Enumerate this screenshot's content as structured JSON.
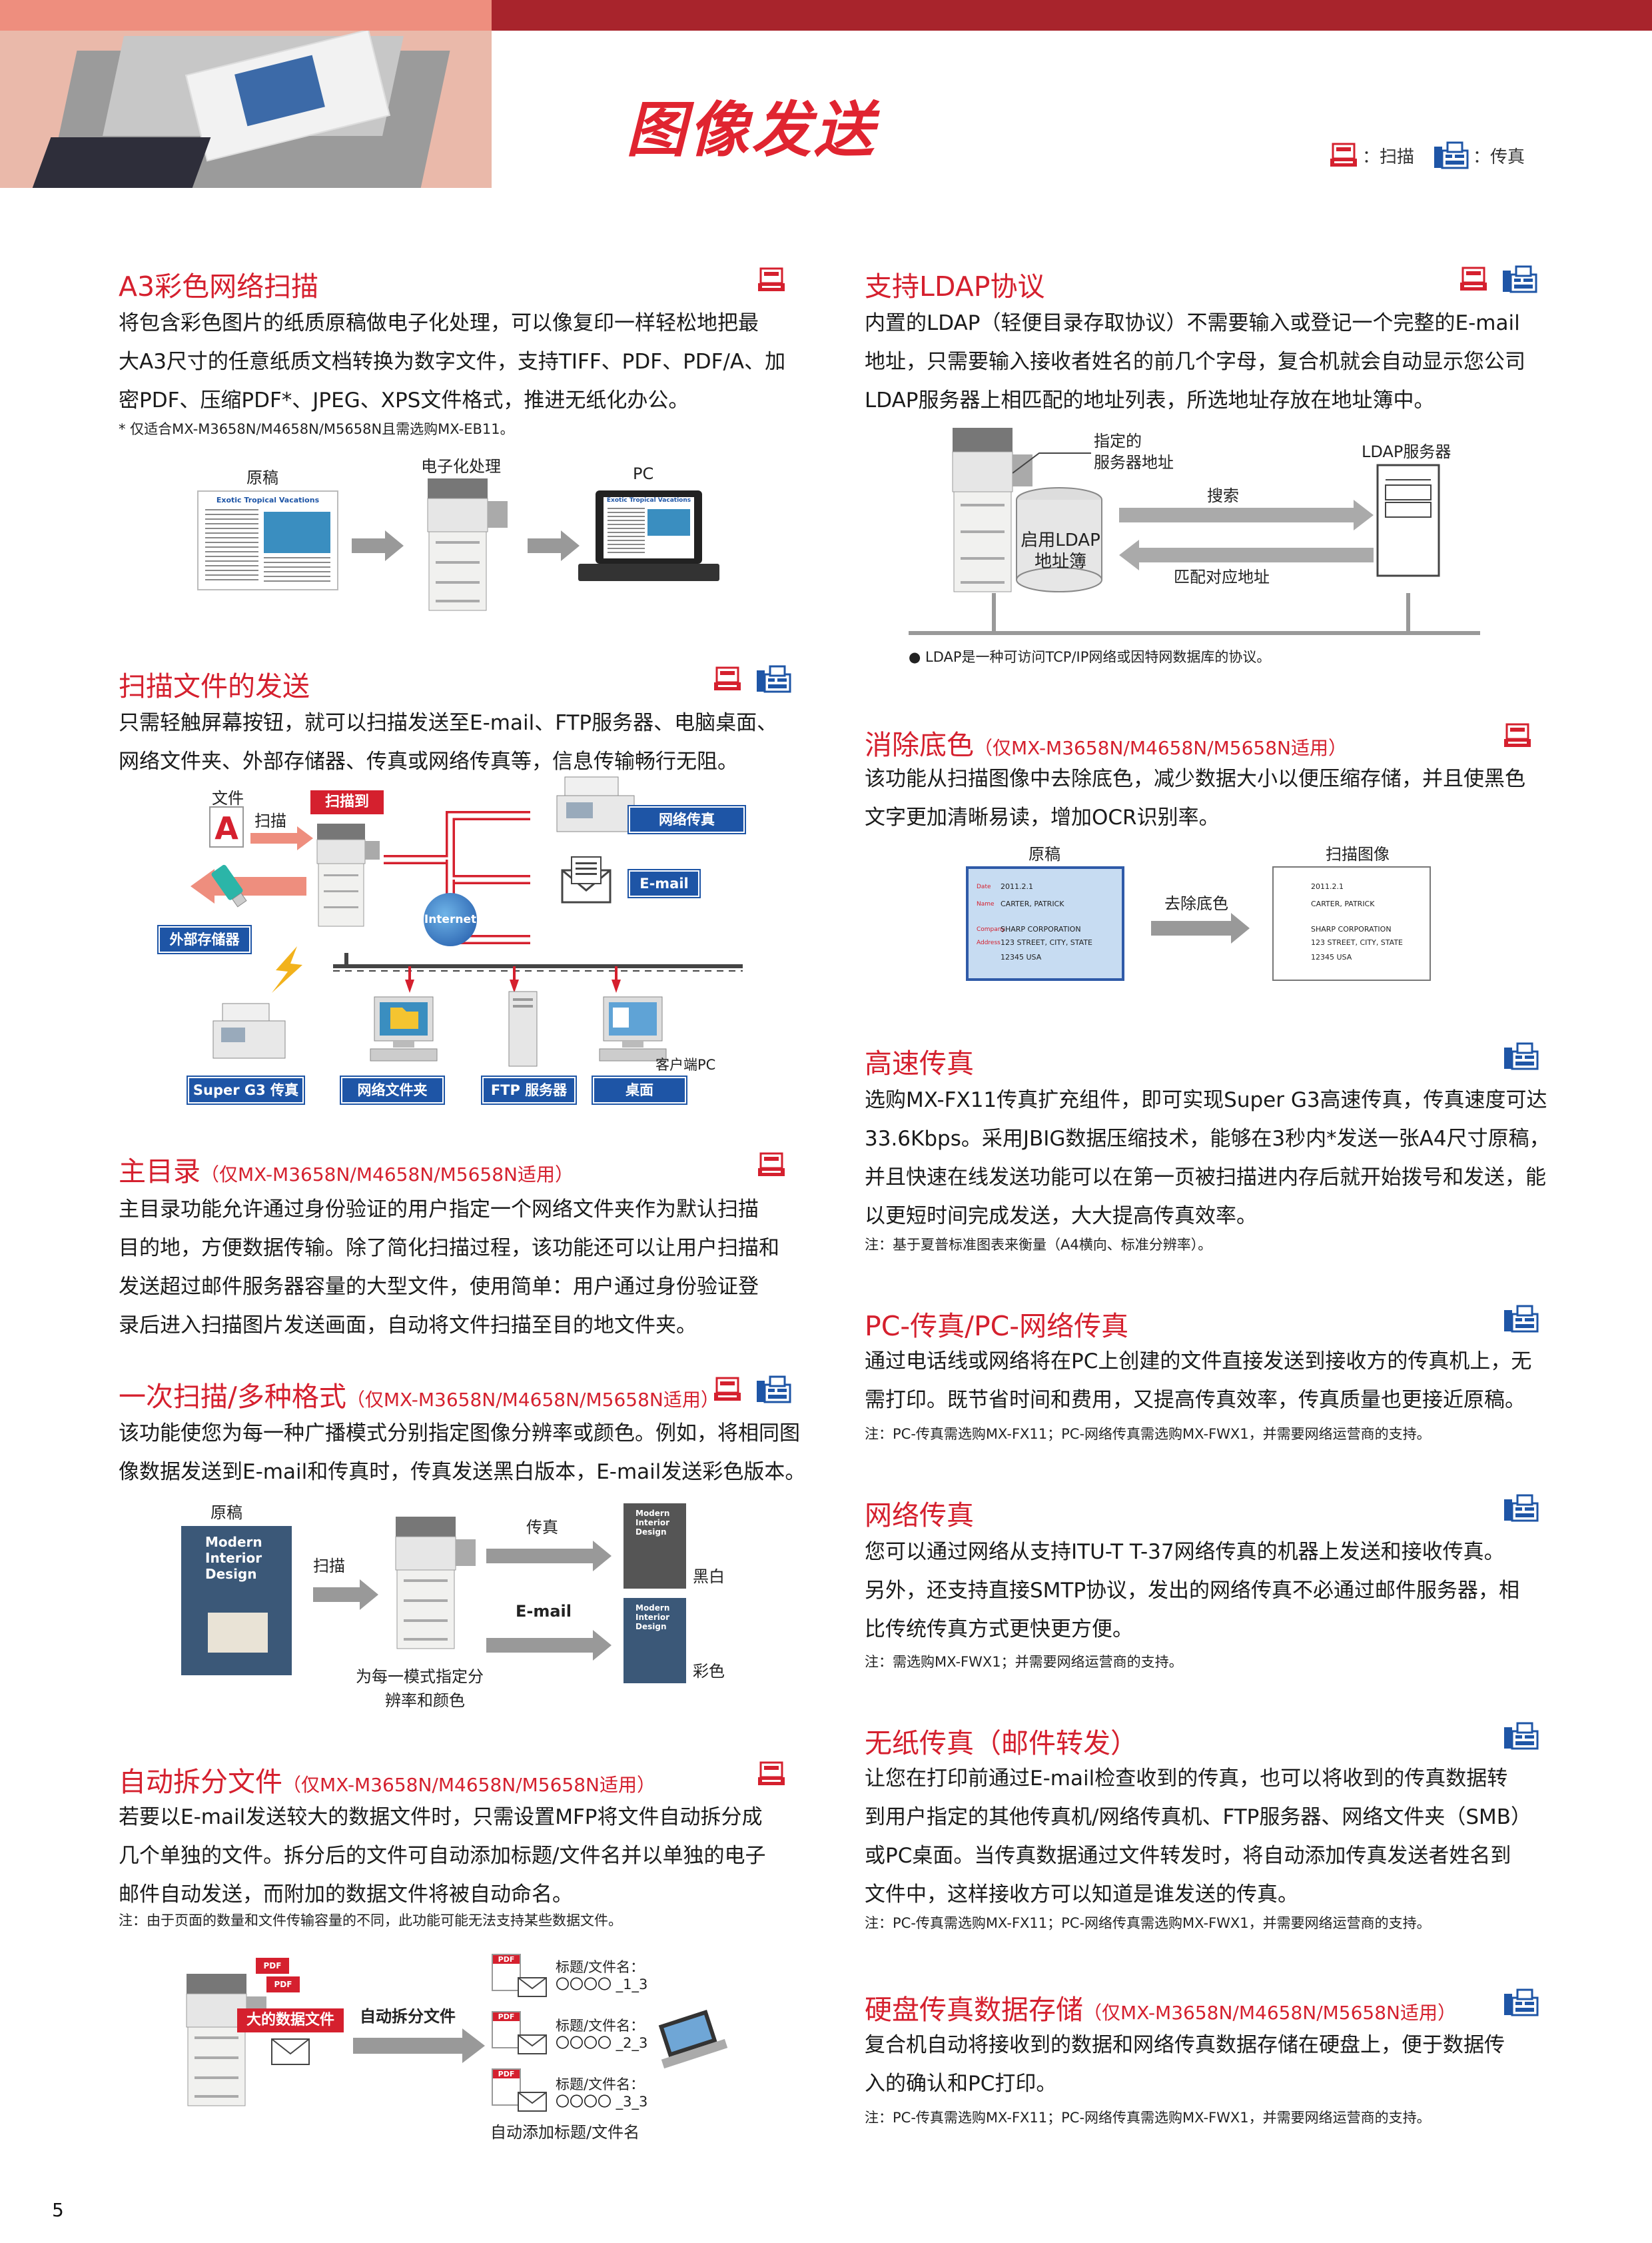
{
  "header": {
    "title": "图像发送",
    "legend_scan": "：扫描",
    "legend_fax": "：传真"
  },
  "left": {
    "a3": {
      "title": "A3彩色网络扫描",
      "lines": [
        "将包含彩色图片的纸质原稿做电子化处理，可以像复印一样轻松地把最",
        "大A3尺寸的任意纸质文档转换为数字文件，支持TIFF、PDF、PDF/A、加",
        "密PDF、压缩PDF*、JPEG、XPS文件格式，推进无纸化办公。"
      ],
      "note": "* 仅适合MX-M3658N/M4658N/M5658N且需选购MX-EB11。",
      "d_original": "原稿",
      "d_process": "电子化处理",
      "d_pc": "PC",
      "doc_heading": "Exotic Tropical Vacations",
      "pc_heading": "Exotic Tropical Vacations"
    },
    "send": {
      "title": "扫描文件的发送",
      "lines": [
        "只需轻触屏幕按钮，就可以扫描发送至E-mail、FTP服务器、电脑桌面、",
        "网络文件夹、外部存储器、传真或网络传真等，信息传输畅行无阻。"
      ],
      "d_file": "文件",
      "d_scan": "扫描",
      "d_scanto": "扫描到",
      "d_netfax": "网络传真",
      "d_email": "E-mail",
      "d_internet": "Internet",
      "d_storage": "外部存储器",
      "d_client": "客户端PC",
      "d_superg3": "Super G3 传真",
      "d_netfolder": "网络文件夹",
      "d_ftp": "FTP 服务器",
      "d_desktop": "桌面",
      "d_letter": "A"
    },
    "home": {
      "title": "主目录",
      "subtitle": "（仅MX-M3658N/M4658N/M5658N适用）",
      "lines": [
        "主目录功能允许通过身份验证的用户指定一个网络文件夹作为默认扫描",
        "目的地，方便数据传输。除了简化扫描过程，该功能还可以让用户扫描和",
        "发送超过邮件服务器容量的大型文件，使用简单：用户通过身份验证登",
        "录后进入扫描图片发送画面，自动将文件扫描至目的地文件夹。"
      ]
    },
    "multi": {
      "title": "一次扫描/多种格式",
      "subtitle": "（仅MX-M3658N/M4658N/M5658N适用）",
      "lines": [
        "该功能使您为每一种广播模式分别指定图像分辨率或颜色。例如，将相同图",
        "像数据发送到E-mail和传真时，传真发送黑白版本，E-mail发送彩色版本。"
      ],
      "d_original": "原稿",
      "d_scan": "扫描",
      "d_fax": "传真",
      "d_email": "E-mail",
      "d_bw": "黑白",
      "d_color": "彩色",
      "d_caption1": "为每一模式指定分",
      "d_caption2": "辨率和颜色",
      "poster_text": [
        "Modern",
        "Interior",
        "Design"
      ]
    },
    "split": {
      "title": "自动拆分文件",
      "subtitle": "（仅MX-M3658N/M4658N/M5658N适用）",
      "lines": [
        "若要以E-mail发送较大的数据文件时，只需设置MFP将文件自动拆分成",
        "几个单独的文件。拆分后的文件可自动添加标题/文件名并以单独的电子",
        "邮件自动发送，而附加的数据文件将被自动命名。"
      ],
      "note": "注：由于页面的数量和文件传输容量的不同，此功能可能无法支持某些数据文件。",
      "d_bigfile": "大的数据文件",
      "d_split": "自动拆分文件",
      "d_pdf": "PDF",
      "d_name1a": "标题/文件名：",
      "d_name1b": "〇〇〇〇 _1_3",
      "d_name2a": "标题/文件名：",
      "d_name2b": "〇〇〇〇 _2_3",
      "d_name3a": "标题/文件名：",
      "d_name3b": "〇〇〇〇 _3_3",
      "d_caption": "自动添加标题/文件名"
    }
  },
  "right": {
    "ldap": {
      "title": "支持LDAP协议",
      "lines": [
        "内置的LDAP（轻便目录存取协议）不需要输入或登记一个完整的E-mail",
        "地址，只需要输入接收者姓名的前几个字母，复合机就会自动显示您公司",
        "LDAP服务器上相匹配的地址列表，所选地址存放在地址簿中。"
      ],
      "d_addr1": "指定的",
      "d_addr2": "服务器地址",
      "d_server": "LDAP服务器",
      "d_search": "搜索",
      "d_book1": "启用LDAP",
      "d_book2": "地址簿",
      "d_match": "匹配对应地址",
      "note": "● LDAP是一种可访问TCP/IP网络或因特网数据库的协议。"
    },
    "erase": {
      "title": "消除底色",
      "subtitle": "（仅MX-M3658N/M4658N/M5658N适用）",
      "lines": [
        "该功能从扫描图像中去除底色，减少数据大小以便压缩存储，并且使黑色",
        "文字更加清晰易读，增加OCR识别率。"
      ],
      "d_original": "原稿",
      "d_scanned": "扫描图像",
      "d_remove": "去除底色",
      "card_date_label": "Date",
      "card_name_label": "Name",
      "card_company_label": "Company",
      "card_address_label": "Address",
      "card_date": "2011.2.1",
      "card_name": "CARTER, PATRICK",
      "card_company": "SHARP CORPORATION",
      "card_street": "123 STREET, CITY, STATE",
      "card_zip": "12345 USA"
    },
    "speed": {
      "title": "高速传真",
      "lines": [
        "选购MX-FX11传真扩充组件，即可实现Super G3高速传真，传真速度可达",
        "33.6Kbps。采用JBIG数据压缩技术，能够在3秒内*发送一张A4尺寸原稿，",
        "并且快速在线发送功能可以在第一页被扫描进内存后就开始拨号和发送，能",
        "以更短时间完成发送，大大提高传真效率。"
      ],
      "note": "注：基于夏普标准图表来衡量（A4横向、标准分辨率）。"
    },
    "pcfax": {
      "title": "PC-传真/PC-网络传真",
      "lines": [
        "通过电话线或网络将在PC上创建的文件直接发送到接收方的传真机上，无",
        "需打印。既节省时间和费用，又提高传真效率，传真质量也更接近原稿。"
      ],
      "note": "注：PC-传真需选购MX-FX11；PC-网络传真需选购MX-FWX1，并需要网络运营商的支持。"
    },
    "ifax": {
      "title": "网络传真",
      "lines": [
        "您可以通过网络从支持ITU-T T-37网络传真的机器上发送和接收传真。",
        "另外，还支持直接SMTP协议，发出的网络传真不必通过邮件服务器，相",
        "比传统传真方式更快更方便。"
      ],
      "note": "注：需选购MX-FWX1；并需要网络运营商的支持。"
    },
    "paperless": {
      "title": "无纸传真（邮件转发）",
      "lines": [
        "让您在打印前通过E-mail检查收到的传真，也可以将收到的传真数据转",
        "到用户指定的其他传真机/网络传真机、FTP服务器、网络文件夹（SMB）",
        "或PC桌面。当传真数据通过文件转发时，将自动添加传真发送者姓名到",
        "文件中，这样接收方可以知道是谁发送的传真。"
      ],
      "note": "注：PC-传真需选购MX-FX11；PC-网络传真需选购MX-FWX1，并需要网络运营商的支持。"
    },
    "hdd": {
      "title": "硬盘传真数据存储",
      "subtitle": "（仅MX-M3658N/M4658N/M5658N适用）",
      "lines": [
        "复合机自动将接收到的数据和网络传真数据存储在硬盘上，便于数据传",
        "入的确认和PC打印。"
      ],
      "note": "注：PC-传真需选购MX-FX11；PC-网络传真需选购MX-FWX1，并需要网络运营商的支持。"
    }
  },
  "footer": {
    "page_number": "5"
  },
  "colors": {
    "accent_red": "#d5202e",
    "dark_red": "#a8242c",
    "blue": "#1e55a6"
  },
  "icons": {
    "scan": "scanner-icon",
    "fax": "fax-icon"
  }
}
